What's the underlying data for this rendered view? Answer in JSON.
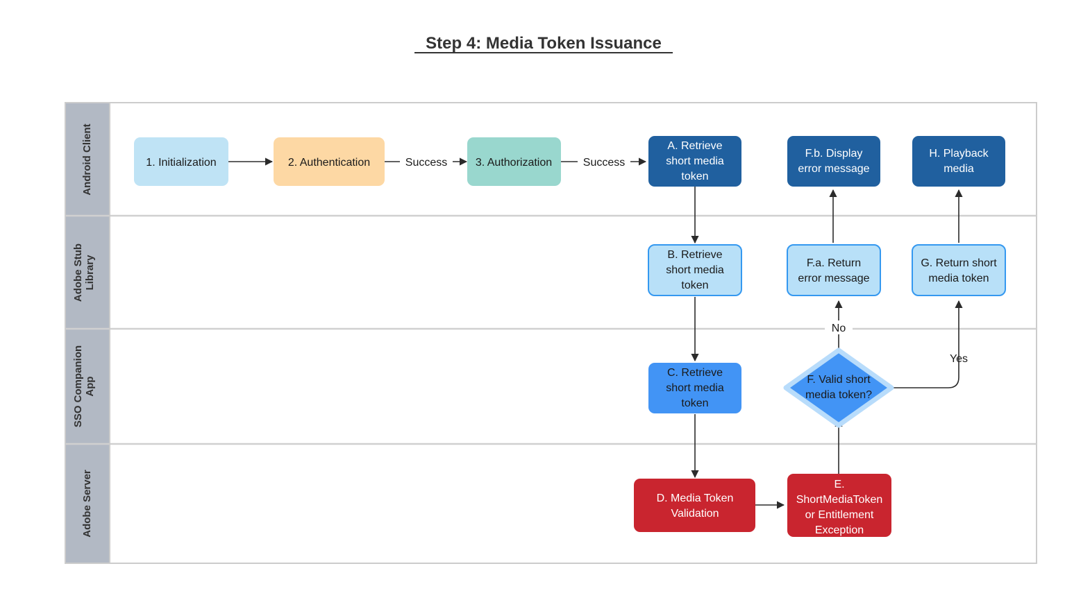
{
  "title": "Step 4: Media Token Issuance",
  "colors": {
    "lane_header_bg": "#b2b9c4",
    "lane_divider": "#d0d0d0",
    "light_blue": "#bfe3f5",
    "orange": "#fdd8a4",
    "teal": "#99d7ce",
    "dark_blue": "#20609f",
    "pale_blue": "#b8e0f8",
    "pale_blue_border": "#3498f0",
    "medium_blue": "#4294f5",
    "diamond_border": "#b8dcfb",
    "red": "#c9252f",
    "text_dark": "#1a1a1a",
    "text_light": "#ffffff",
    "edge": "#2b2b2b"
  },
  "lanes": [
    {
      "label": "Android Client"
    },
    {
      "label": "Adobe Stub Library"
    },
    {
      "label": "SSO Companion App"
    },
    {
      "label": "Adobe Server"
    }
  ],
  "nodes": {
    "init": {
      "lines": [
        "1. Initialization"
      ]
    },
    "auth": {
      "lines": [
        "2. Authentication"
      ]
    },
    "authz": {
      "lines": [
        "3. Authorization"
      ]
    },
    "a": {
      "lines": [
        "A. Retrieve",
        "short media",
        "token"
      ]
    },
    "fb": {
      "lines": [
        "F.b. Display",
        "error message"
      ]
    },
    "h": {
      "lines": [
        "H. Playback",
        "media"
      ]
    },
    "b": {
      "lines": [
        "B. Retrieve",
        "short media",
        "token"
      ]
    },
    "fa": {
      "lines": [
        "F.a. Return",
        "error message"
      ]
    },
    "g": {
      "lines": [
        "G. Return short",
        "media token"
      ]
    },
    "c": {
      "lines": [
        "C. Retrieve",
        "short media",
        "token"
      ]
    },
    "f": {
      "lines": [
        "F. Valid short",
        "media token?"
      ]
    },
    "d": {
      "lines": [
        "D. Media Token",
        "Validation"
      ]
    },
    "e": {
      "lines": [
        "E.",
        "ShortMediaToken",
        "or Entitlement",
        "Exception"
      ]
    }
  },
  "edge_labels": {
    "success_1": "Success",
    "success_2": "Success",
    "no": "No",
    "yes": "Yes"
  }
}
